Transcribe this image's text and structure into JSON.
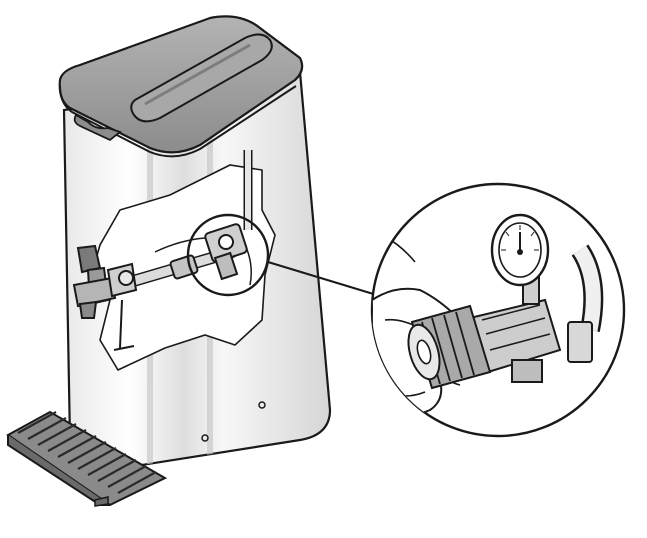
{
  "figure": {
    "parts": [
      "dispenser-body",
      "lid",
      "faucet",
      "drip-tray",
      "inlet-valve",
      "water-line",
      "pressure-gauge",
      "magnified-detail",
      "hand"
    ]
  },
  "colors": {
    "outline": "#1a1a1a",
    "lid_fill": "#9a9a9a",
    "lid_dark": "#6f6f6f",
    "body_fill": "#f2f2f2",
    "body_shade": "#d9d9d9",
    "tray_fill": "#8a8a8a",
    "background": "#ffffff"
  }
}
